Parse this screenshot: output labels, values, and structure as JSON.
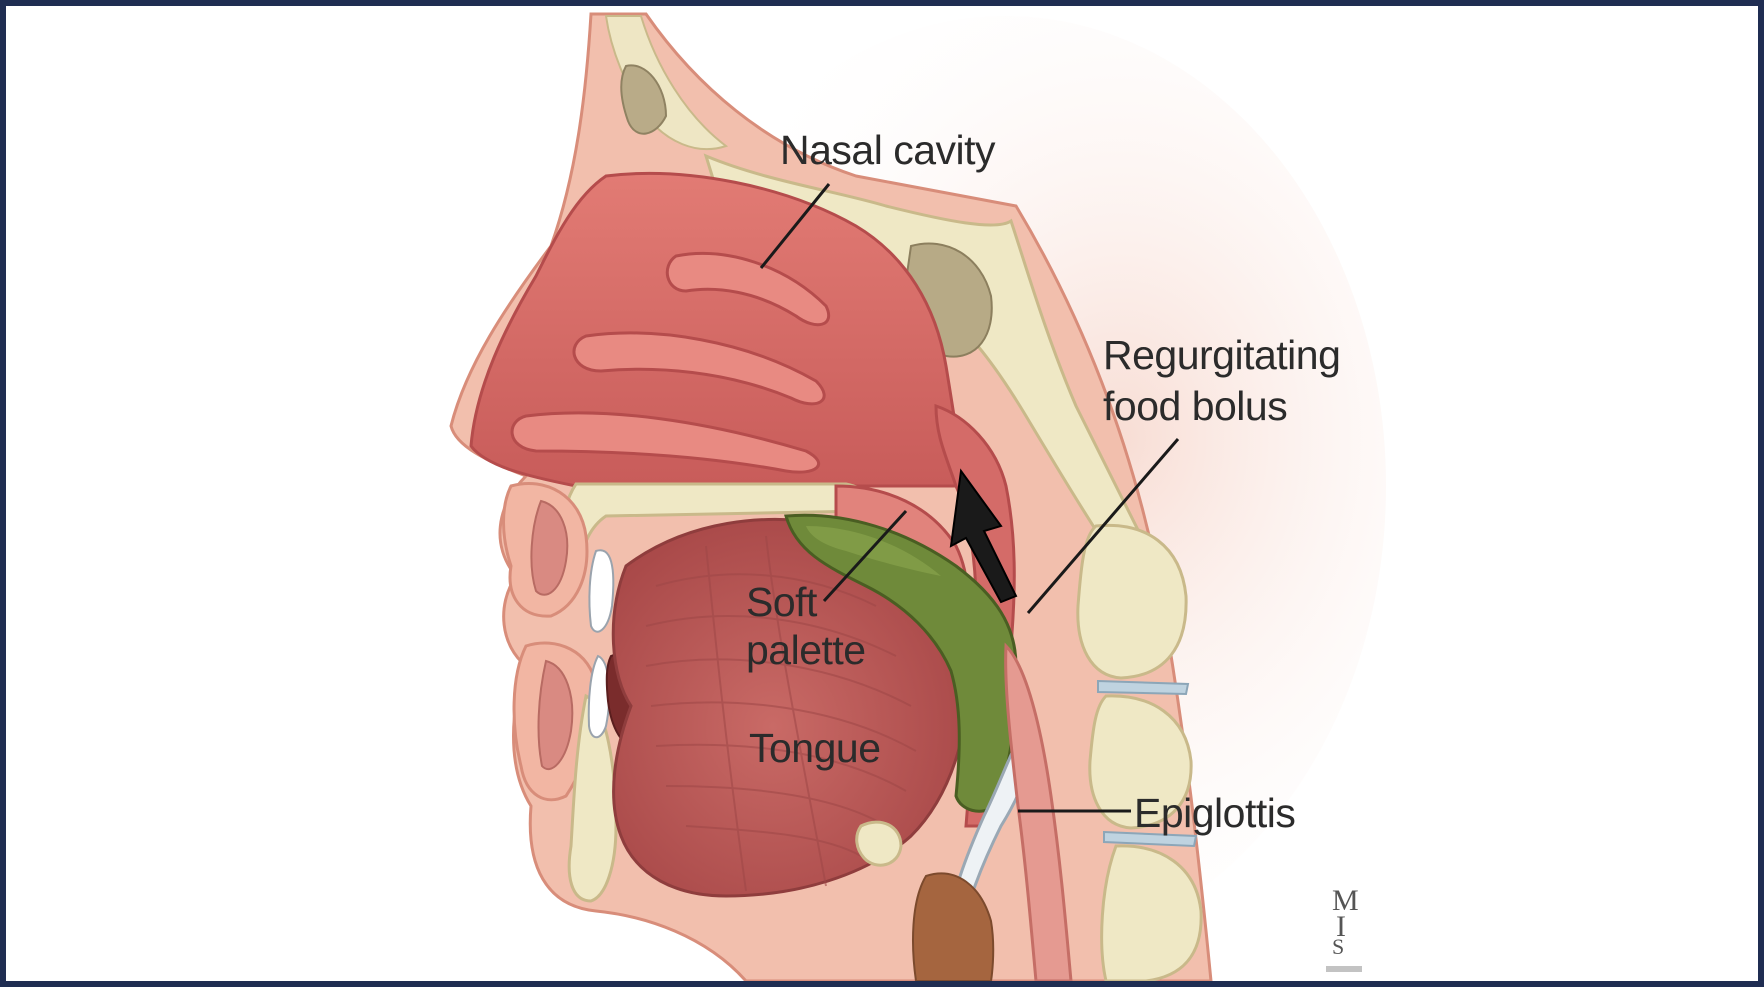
{
  "labels": {
    "nasal_cavity": "Nasal cavity",
    "regurgitating_line1": "Regurgitating",
    "regurgitating_line2": "food bolus",
    "soft_palate_line1": "Soft",
    "soft_palate_line2": "palette",
    "tongue": "Tongue",
    "epiglottis": "Epiglottis"
  },
  "colors": {
    "frame_border": "#1f2d52",
    "skin": "#f0b9a6",
    "nasal_mucosa": "#d9706c",
    "tongue_muscle": "#c05a5a",
    "bone": "#efe8c5",
    "food_bolus": "#6f8a3a",
    "arrow": "#1a1a1a"
  },
  "icons": [
    "up-arrow-icon"
  ]
}
